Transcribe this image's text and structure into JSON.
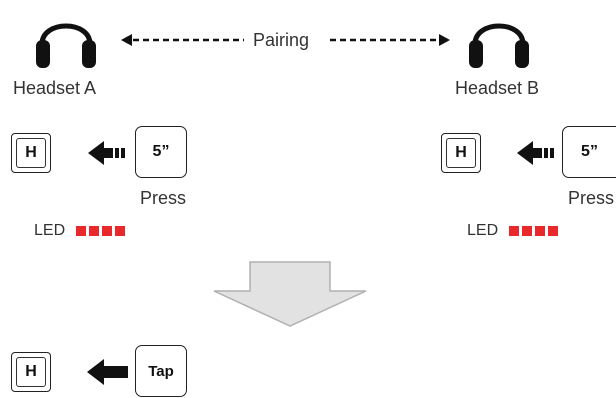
{
  "pairing_label": "Pairing",
  "headset_a": {
    "label": "Headset A",
    "button_label": "H",
    "hold_label": "5”",
    "press_label": "Press",
    "led_label": "LED",
    "led_count": 4,
    "led_color": "#e8282b"
  },
  "headset_b": {
    "label": "Headset B",
    "button_label": "H",
    "hold_label": "5”",
    "press_label": "Press",
    "led_label": "LED",
    "led_count": 4,
    "led_color": "#e8282b"
  },
  "step2": {
    "button_label": "H",
    "tap_label": "Tap"
  }
}
